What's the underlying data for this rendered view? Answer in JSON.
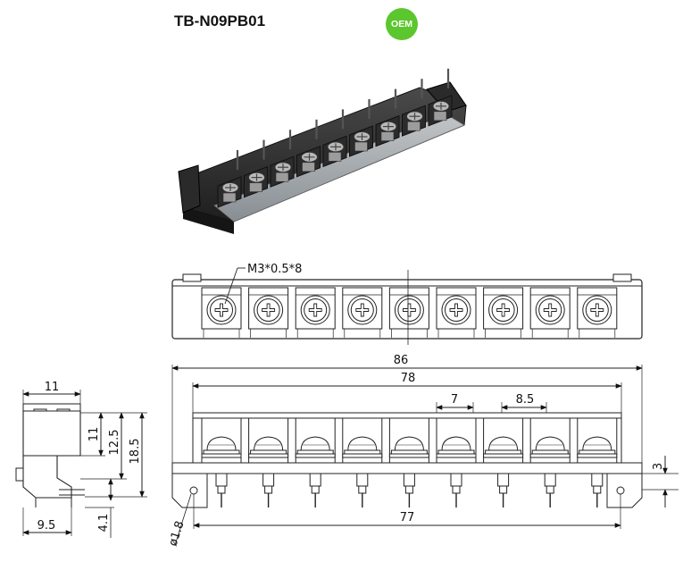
{
  "title": "TB-N09PB01",
  "badge": "OEM",
  "screw_spec": "M3*0.5*8",
  "positions": 9,
  "dimensions": {
    "overall_length": "86",
    "screw_span": "78",
    "pitch": "7",
    "barrier_pitch": "8.5",
    "mount_hole_span": "77",
    "pin_height": "3",
    "hole_diameter": "ø1.8",
    "side_width": "11",
    "side_base": "9.5",
    "side_body_h": "11",
    "side_mid_h": "12.5",
    "side_total_h": "18.5",
    "side_pin_h": "4.1"
  }
}
